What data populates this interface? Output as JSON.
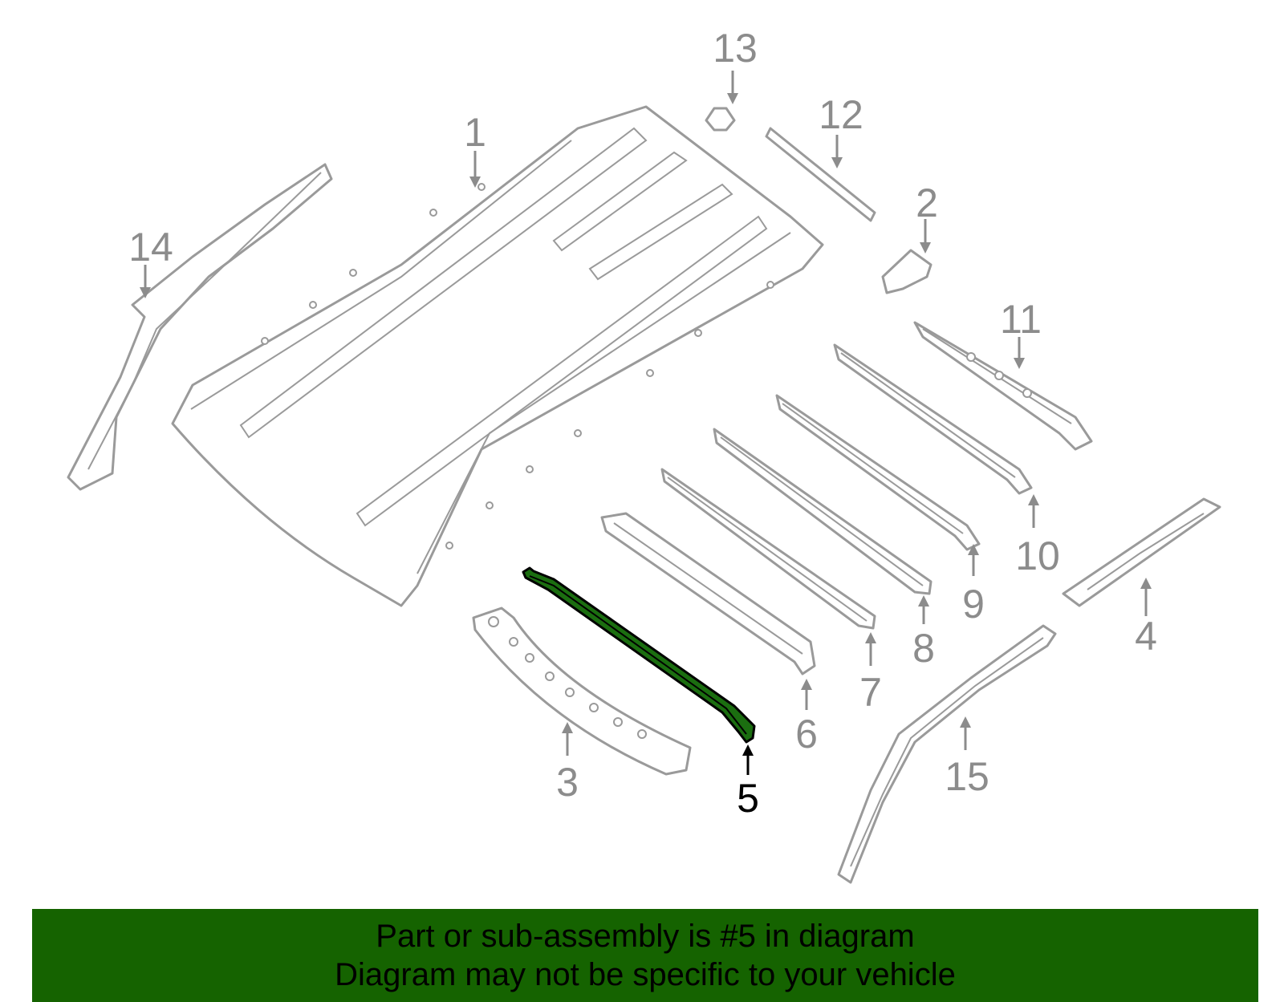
{
  "diagram": {
    "selected_part": "5",
    "highlight_color": "#1b6e10",
    "callouts": [
      "1",
      "2",
      "3",
      "4",
      "5",
      "6",
      "7",
      "8",
      "9",
      "10",
      "11",
      "12",
      "13",
      "14",
      "15"
    ]
  },
  "banner": {
    "background": "#156300",
    "line1": "Part or sub-assembly is #5 in diagram",
    "line2": "Diagram may not be specific to your vehicle"
  }
}
